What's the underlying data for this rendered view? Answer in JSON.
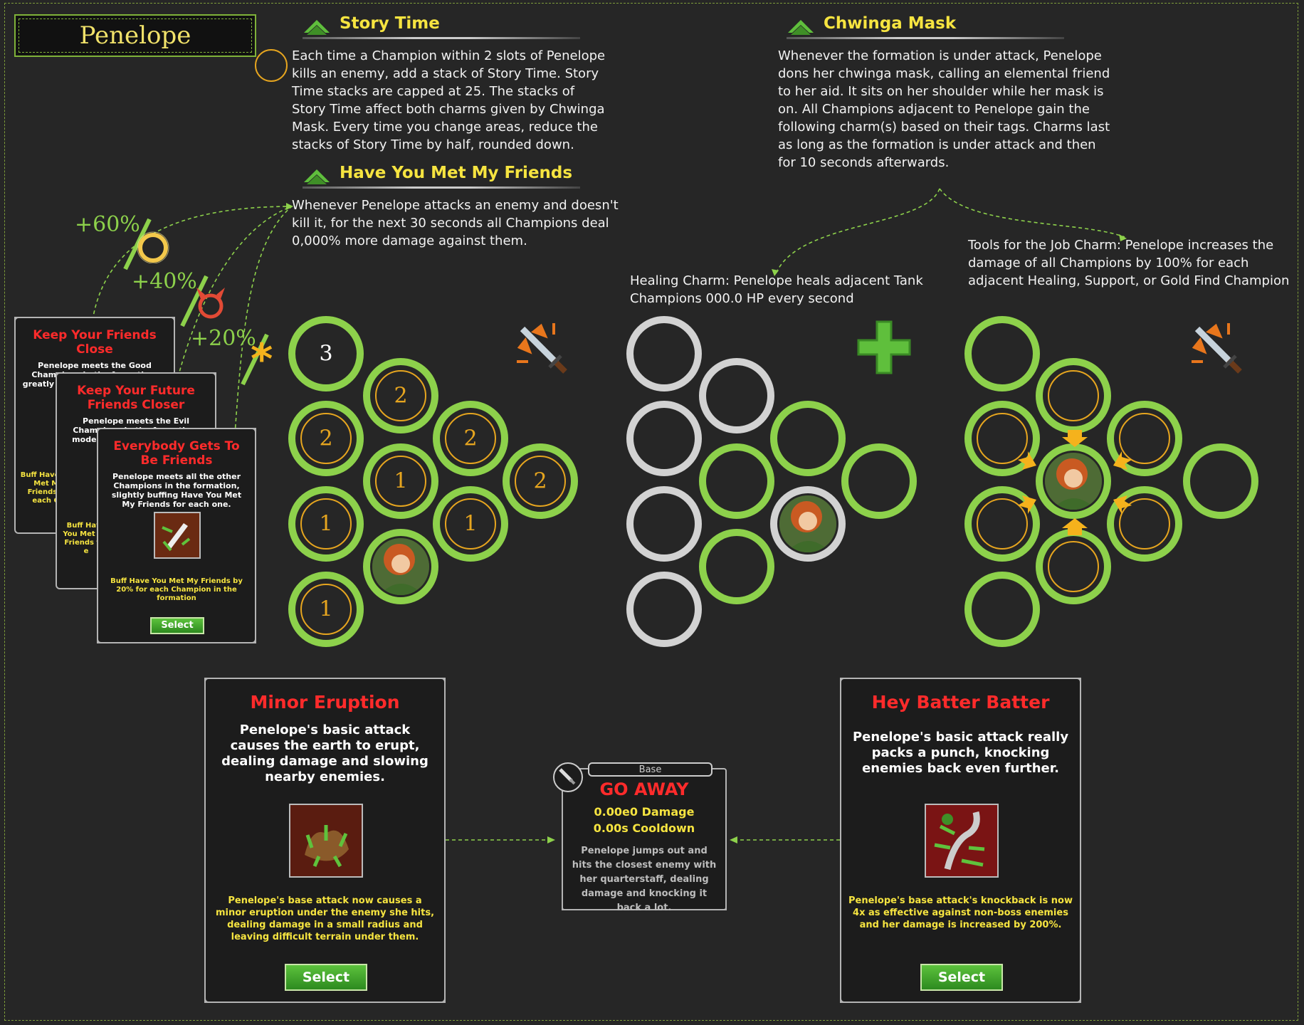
{
  "champion_name": "Penelope",
  "abilities": {
    "story_time": {
      "title": "Story Time",
      "description": "Each time a Champion within 2 slots of Penelope kills an enemy, add a stack of Story Time. Story Time stacks are capped at 25. The stacks of Story Time affect both charms given by Chwinga Mask. Every time you change areas, reduce the stacks of Story Time by half, rounded down."
    },
    "have_you_met": {
      "title": "Have You Met My Friends",
      "description": "Whenever Penelope attacks an enemy and doesn't kill it, for the next 30 seconds all Champions deal 0,000% more damage against them."
    },
    "chwinga_mask": {
      "title": "Chwinga Mask",
      "description": "Whenever the formation is under attack, Penelope dons her chwinga mask, calling an elemental friend to her aid. It sits on her shoulder while her mask is on. All Champions adjacent to Penelope gain the following charm(s) based on their tags. Charms last as long as the formation is under attack and then for 10 seconds afterwards."
    }
  },
  "charms": {
    "healing": "Healing Charm: Penelope heals adjacent Tank Champions 000.0 HP every second",
    "tools": "Tools for the Job Charm: Penelope increases the damage of all Champions by 100% for each adjacent Healing, Support, or Gold Find Champion"
  },
  "buff_percents": [
    "+60%",
    "+40%",
    "+20%"
  ],
  "formation_numbers": {
    "top": "3",
    "two": "2",
    "one": "1"
  },
  "spec_cards": [
    {
      "title": "Keep Your Friends Close",
      "description": "Penelope meets the Good Champions in the formation, greatly buffing Have You Met My Friends",
      "buff": "Buff Have You Met My Friends by each Go"
    },
    {
      "title": "Keep Your Future Friends Closer",
      "description": "Penelope meets the Evil Champions in the formation, moderately buffing Have You Met My Friends",
      "buff": "Buff Have You Met My Friends for e"
    },
    {
      "title": "Everybody Gets To Be Friends",
      "description": "Penelope meets all the other Champions in the formation, slightly buffing Have You Met My Friends for each one.",
      "buff": "Buff Have You Met My Friends by 20% for each Champion in the formation",
      "select": "Select"
    }
  ],
  "upgrade_cards": {
    "minor_eruption": {
      "title": "Minor Eruption",
      "description": "Penelope's basic attack causes the earth to erupt, dealing damage and slowing nearby enemies.",
      "effect": "Penelope's base attack now causes a minor eruption under the enemy she hits, dealing damage in a small radius and leaving difficult terrain under them.",
      "select": "Select"
    },
    "hey_batter": {
      "title": "Hey Batter Batter",
      "description": "Penelope's basic attack really packs a punch, knocking enemies back even further.",
      "effect": "Penelope's base attack's knockback is now 4x as effective against non-boss enemies and her damage is increased by 200%.",
      "select": "Select"
    }
  },
  "base_attack": {
    "tag": "Base",
    "name": "GO AWAY",
    "damage": "0.00e0 Damage",
    "cooldown": "0.00s Cooldown",
    "description": "Penelope jumps out and hits the closest enemy with her quarterstaff, dealing damage and knocking it back a lot."
  },
  "colors": {
    "ring_green": "#8dd14b",
    "ring_grey": "#d2d2d2",
    "gold": "#e6a51f",
    "title_red": "#ff2b2b",
    "title_yellow": "#f6e440"
  },
  "icons": [
    "sword-arrows-icon",
    "green-cross-icon",
    "halo-icon",
    "devil-horns-icon",
    "asterisk-icon",
    "chevron-up-icon"
  ]
}
